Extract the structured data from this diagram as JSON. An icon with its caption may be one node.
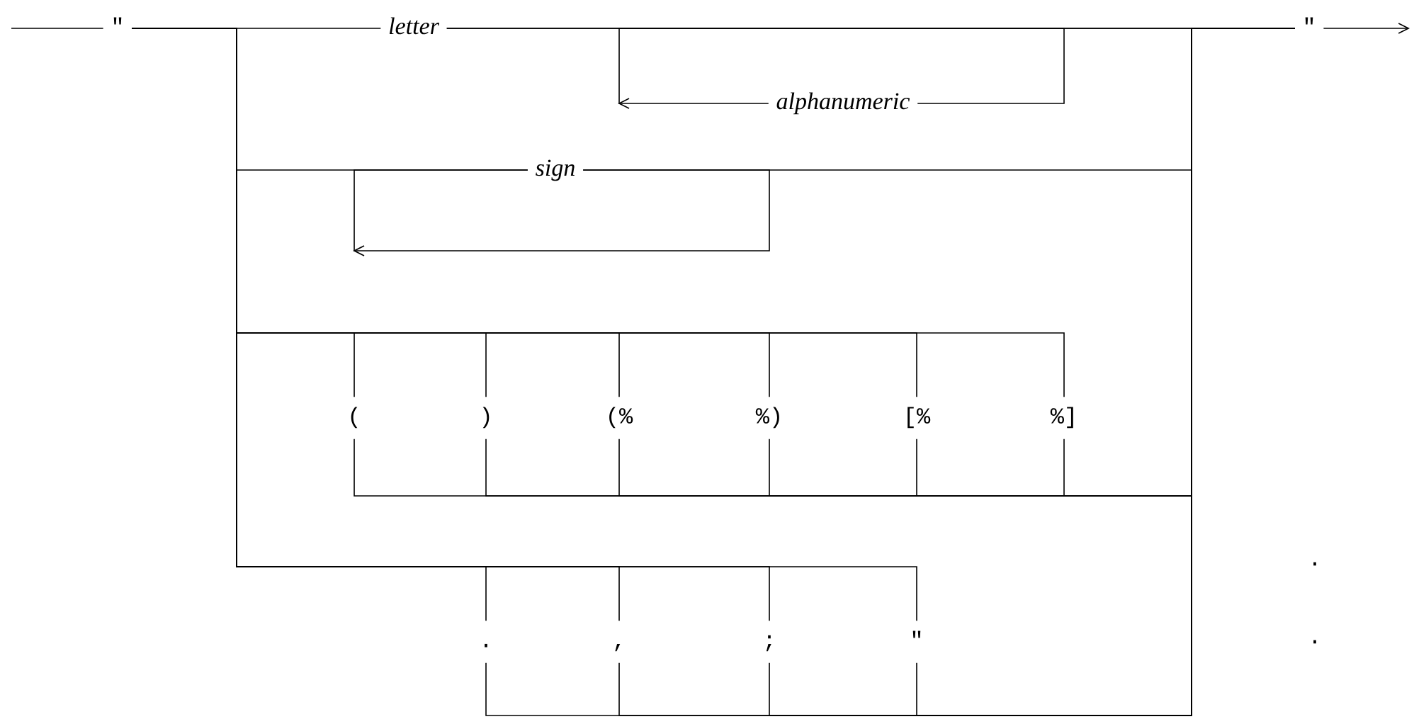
{
  "diagram": {
    "nodes": [
      {
        "text": [
          "\""
        ]
      },
      {
        "text": [
          "letter"
        ]
      },
      {
        "text": [
          "alphanumeric"
        ]
      },
      {
        "text": [
          "sign"
        ]
      },
      {
        "text": [
          "("
        ]
      },
      {
        "text": [
          ")"
        ]
      },
      {
        "text": [
          "(%"
        ]
      },
      {
        "text": [
          "%)"
        ]
      },
      {
        "text": [
          "[%"
        ]
      },
      {
        "text": [
          "%]"
        ]
      },
      {
        "text": [
          "."
        ]
      },
      {
        "text": [
          ","
        ]
      },
      {
        "text": [
          ";"
        ]
      },
      {
        "text": [
          "\""
        ]
      },
      {
        "text": [
          "\""
        ]
      }
    ],
    "edges": [
      {
        "from": null,
        "to": 0,
        "arrow": "none"
      },
      {
        "from": 0,
        "to": 1,
        "arrow": "none"
      },
      {
        "from": 1,
        "to": 14,
        "arrow": "none"
      },
      {
        "from": 1,
        "to": 2,
        "arrow": "none"
      },
      {
        "from": 2,
        "to": 14,
        "arrow": "to"
      },
      {
        "from": 0,
        "to": 3,
        "arrow": "none"
      },
      {
        "from": 3,
        "to": 14,
        "arrow": "none"
      },
      {
        "from": 3,
        "to": 3,
        "arrow": "to"
      },
      {
        "from": 0,
        "to": 4,
        "arrow": "none"
      },
      {
        "from": 0,
        "to": 5,
        "arrow": "none"
      },
      {
        "from": 0,
        "to": 6,
        "arrow": "none"
      },
      {
        "from": 0,
        "to": 7,
        "arrow": "none"
      },
      {
        "from": 0,
        "to": 8,
        "arrow": "none"
      },
      {
        "from": 0,
        "to": 9,
        "arrow": "none"
      },
      {
        "from": 4,
        "to": 14,
        "arrow": "none"
      },
      {
        "from": 5,
        "to": 14,
        "arrow": "none"
      },
      {
        "from": 6,
        "to": 14,
        "arrow": "none"
      },
      {
        "from": 7,
        "to": 14,
        "arrow": "none"
      },
      {
        "from": 8,
        "to": 14,
        "arrow": "none"
      },
      {
        "from": 9,
        "to": 14,
        "arrow": "none"
      },
      {
        "from": 0,
        "to": 10,
        "arrow": "none"
      },
      {
        "from": 0,
        "to": 11,
        "arrow": "none"
      },
      {
        "from": 0,
        "to": 12,
        "arrow": "none"
      },
      {
        "from": 0,
        "to": 13,
        "arrow": "none"
      },
      {
        "from": 10,
        "to": 14,
        "arrow": "none"
      },
      {
        "from": 11,
        "to": 14,
        "arrow": "none"
      },
      {
        "from": 12,
        "to": 14,
        "arrow": "none"
      },
      {
        "from": 13,
        "to": 14,
        "arrow": "none"
      },
      {
        "from": 14,
        "to": null,
        "arrow": "to"
      }
    ],
    "labels": [
      ".",
      "."
    ]
  }
}
